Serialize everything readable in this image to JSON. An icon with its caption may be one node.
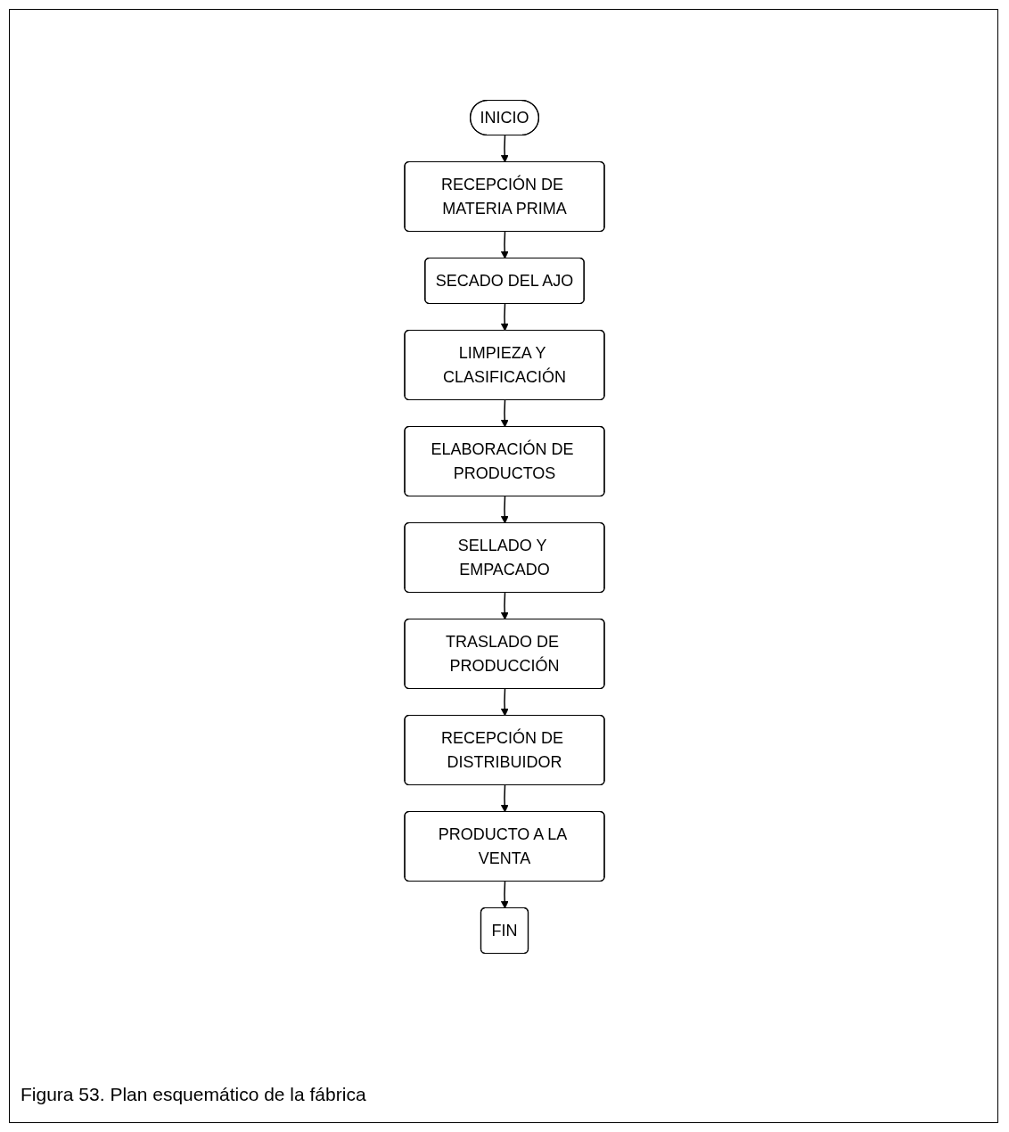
{
  "diagram": {
    "caption": "Figura 53. Plan esquemático de la fábrica",
    "nodes": [
      {
        "text": [
          "INICIO"
        ]
      },
      {
        "text": [
          "RECEPCIÓN DE MATERIA PRIMA"
        ]
      },
      {
        "text": [
          "SECADO DEL AJO"
        ]
      },
      {
        "text": [
          "LIMPIEZA Y CLASIFICACIÓN"
        ]
      },
      {
        "text": [
          "ELABORACIÓN DE PRODUCTOS"
        ]
      },
      {
        "text": [
          "SELLADO Y EMPACADO"
        ]
      },
      {
        "text": [
          "TRASLADO DE PRODUCCIÓN"
        ]
      },
      {
        "text": [
          "RECEPCIÓN DE DISTRIBUIDOR"
        ]
      },
      {
        "text": [
          "PRODUCTO A LA VENTA"
        ]
      },
      {
        "text": [
          "FIN"
        ]
      }
    ],
    "edges": [
      {
        "from": 0,
        "to": 1,
        "arrow": "to"
      },
      {
        "from": 1,
        "to": 2,
        "arrow": "to"
      },
      {
        "from": 2,
        "to": 3,
        "arrow": "to"
      },
      {
        "from": 3,
        "to": 4,
        "arrow": "to"
      },
      {
        "from": 4,
        "to": 5,
        "arrow": "to"
      },
      {
        "from": 5,
        "to": 6,
        "arrow": "to"
      },
      {
        "from": 6,
        "to": 7,
        "arrow": "to"
      },
      {
        "from": 7,
        "to": 8,
        "arrow": "to"
      },
      {
        "from": 8,
        "to": 9,
        "arrow": "to"
      }
    ]
  }
}
